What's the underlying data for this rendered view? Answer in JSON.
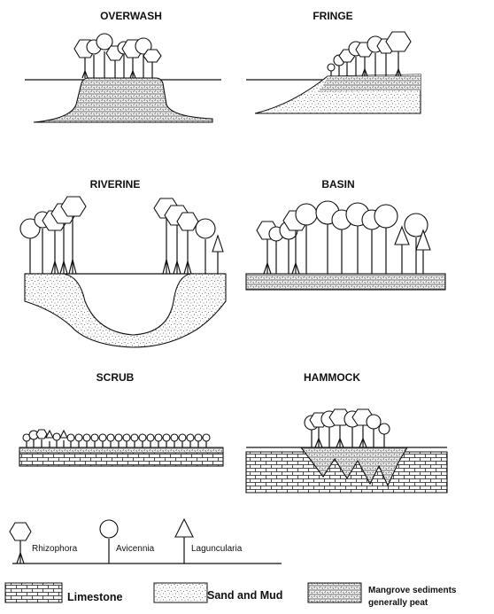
{
  "panels": {
    "overwash": {
      "title": "OVERWASH"
    },
    "fringe": {
      "title": "FRINGE"
    },
    "riverine": {
      "title": "RIVERINE"
    },
    "basin": {
      "title": "BASIN"
    },
    "scrub": {
      "title": "SCRUB"
    },
    "hammock": {
      "title": "HAMMOCK"
    }
  },
  "species_legend": {
    "rhizophora": "Rhizophora",
    "avicennia": "Avicennia",
    "laguncularia": "Laguncularia"
  },
  "substrate_legend": {
    "limestone": "Limestone",
    "sand_mud": "Sand and Mud",
    "sediments_line1": "Mangrove sediments",
    "sediments_line2": "generally peat"
  }
}
